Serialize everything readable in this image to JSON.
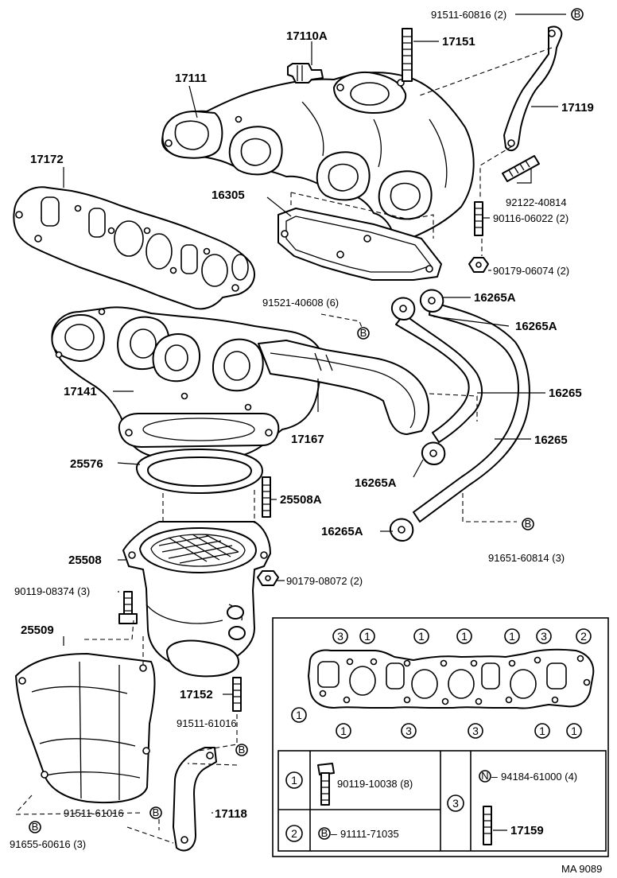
{
  "labels": {
    "p_91511_60816": "91511-60816 (2)",
    "p_17110A": "17110A",
    "p_17151": "17151",
    "p_17111": "17111",
    "p_17119": "17119",
    "p_17172": "17172",
    "p_16305": "16305",
    "p_92122_40814": "92122-40814",
    "p_90116_06022": "90116-06022 (2)",
    "p_90179_06074": "90179-06074 (2)",
    "p_91521_40608": "91521-40608 (6)",
    "p_16265A_1": "16265A",
    "p_16265A_2": "16265A",
    "p_17141": "17141",
    "p_16265_1": "16265",
    "p_17167": "17167",
    "p_16265_2": "16265",
    "p_25576": "25576",
    "p_16265A_3": "16265A",
    "p_25508A": "25508A",
    "p_16265A_4": "16265A",
    "p_25508": "25508",
    "p_91651_60814": "91651-60814 (3)",
    "p_90119_08374": "90119-08374 (3)",
    "p_90179_08072": "90179-08072 (2)",
    "p_25509": "25509",
    "p_17152": "17152",
    "p_91511_61016_a": "91511-61016",
    "p_91511_61016_b": "91511-61016",
    "p_17118": "17118",
    "p_91655_60616": "91655-60616 (3)",
    "ref_code": "MA 9089"
  },
  "markers": {
    "B": "B",
    "N": "N",
    "c1": "1",
    "c2": "2",
    "c3": "3"
  },
  "legend": {
    "row1_part": "90119-10038 (8)",
    "row2_part": "91111-71035",
    "row3_part_a": "94184-61000 (4)",
    "row3_part_b": "17159"
  }
}
